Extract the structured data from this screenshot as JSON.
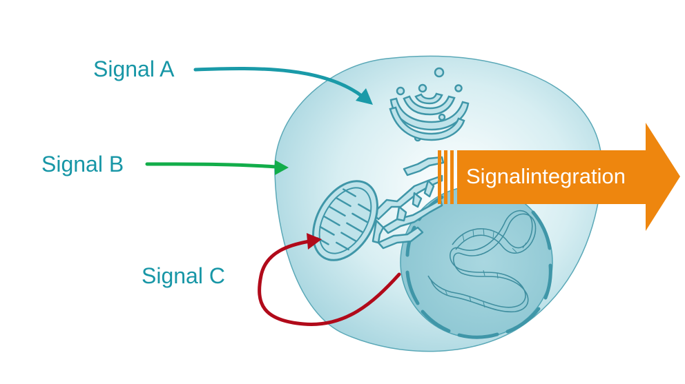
{
  "colors": {
    "cell_fill": "#bfe3ea",
    "cell_stroke": "#5fa9b8",
    "organelle": "#4ea3b3",
    "signal_a": "#1a9aa8",
    "signal_b": "#12ad4a",
    "signal_c": "#b10a1a",
    "integration": "#ee860e",
    "label_text": "#1796a6"
  },
  "signals": {
    "a": {
      "label": "Signal A"
    },
    "b": {
      "label": "Signal B"
    },
    "c": {
      "label": "Signal C"
    }
  },
  "integration": {
    "label": "Signalintegration"
  }
}
